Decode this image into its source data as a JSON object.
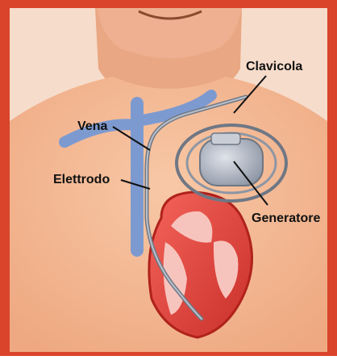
{
  "labels": {
    "clavicola": "Clavicola",
    "vena": "Vena",
    "elettrodo": "Elettrodo",
    "generatore": "Generatore"
  },
  "colors": {
    "frame": "#d9442b",
    "skin": "#f2b48e",
    "vein": "#7d9ad0",
    "heart": "#e8453a",
    "lead": "#8d96a4",
    "device": "#a7aebb"
  }
}
